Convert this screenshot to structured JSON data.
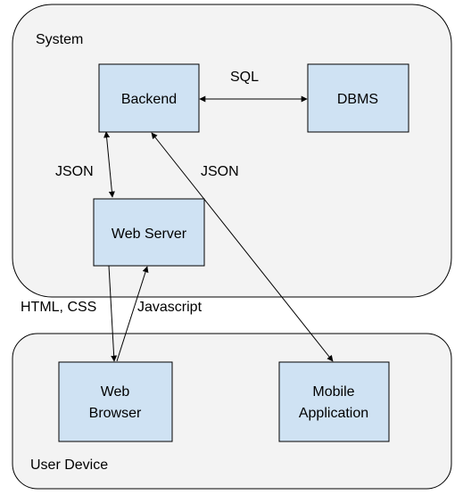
{
  "groups": {
    "system": {
      "label": "System"
    },
    "user_device": {
      "label": "User Device"
    }
  },
  "nodes": {
    "backend": {
      "label": "Backend"
    },
    "dbms": {
      "label": "DBMS"
    },
    "web_server": {
      "label": "Web Server"
    },
    "web_browser": {
      "label_line1": "Web",
      "label_line2": "Browser"
    },
    "mobile_app": {
      "label_line1": "Mobile",
      "label_line2": "Application"
    }
  },
  "edges": {
    "backend_dbms": {
      "label": "SQL"
    },
    "backend_webserver": {
      "label": "JSON"
    },
    "backend_mobile": {
      "label": "JSON"
    },
    "webserver_browser": {
      "label": "HTML, CSS"
    },
    "browser_webserver": {
      "label": "Javascript"
    }
  },
  "colors": {
    "group_fill": "#f3f3f3",
    "node_fill": "#cfe2f3",
    "stroke": "#000000"
  }
}
